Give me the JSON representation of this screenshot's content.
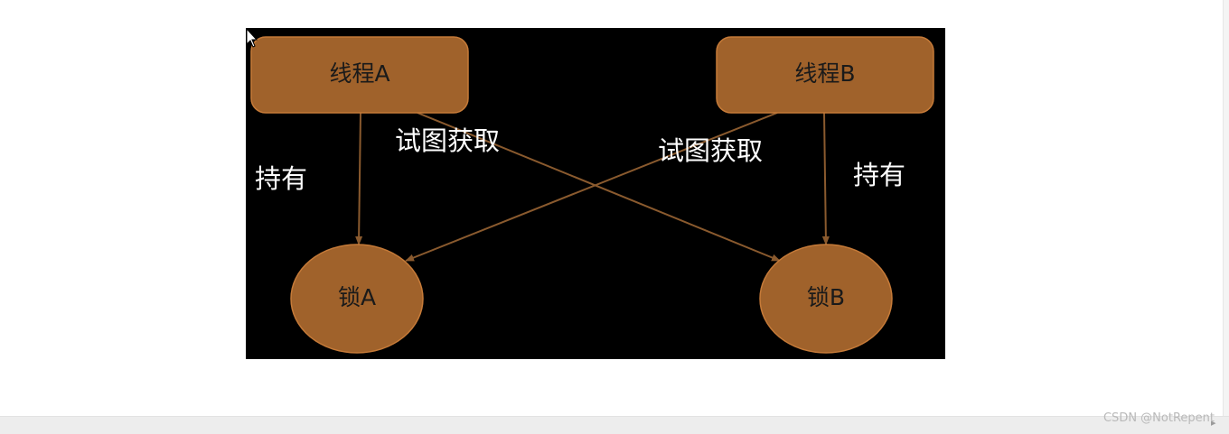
{
  "diagram": {
    "nodes": {
      "thread_a": "线程A",
      "thread_b": "线程B",
      "lock_a": "锁A",
      "lock_b": "锁B"
    },
    "edges": {
      "a_holds_lock_a": "持有",
      "a_tries_lock_b": "试图获取",
      "b_tries_lock_a": "试图获取",
      "b_holds_lock_b": "持有"
    },
    "colors": {
      "background": "#000000",
      "node_fill": "#a0622b",
      "node_stroke": "#c57a38",
      "edge": "#8a5a2e",
      "label": "#ffffff"
    }
  },
  "footer": {
    "watermark": "CSDN @NotRepent"
  },
  "icons": {
    "cursor": "mouse-pointer-icon",
    "scroll_right": "chevron-right-icon"
  }
}
